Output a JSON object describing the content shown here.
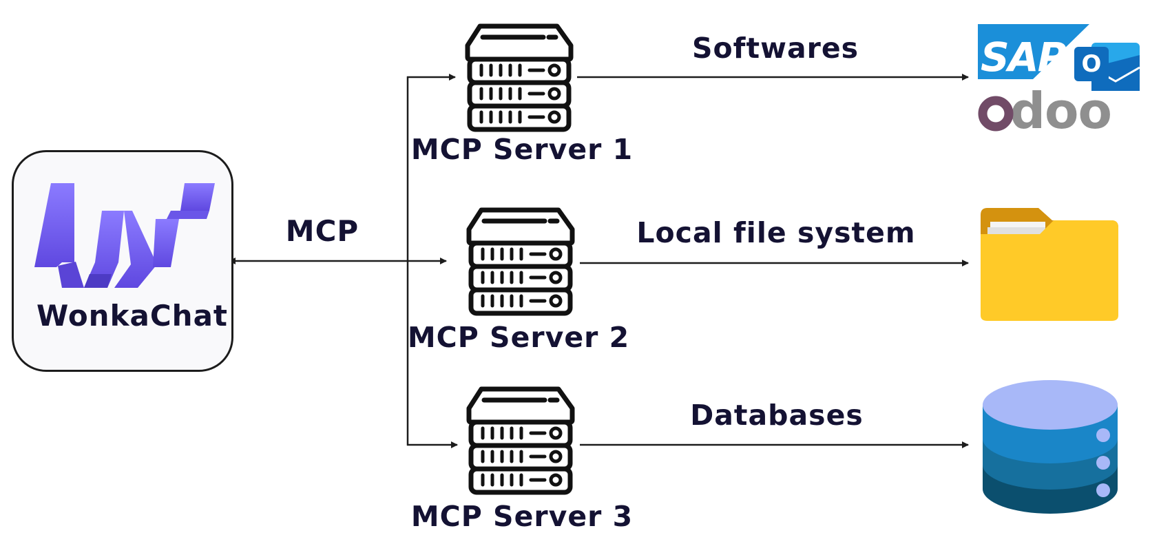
{
  "client": {
    "name": "WonkaChat",
    "icon": "wonkachat-logo"
  },
  "protocol": {
    "label": "MCP"
  },
  "servers": [
    {
      "label": "MCP Server 1",
      "icon": "server-rack-icon"
    },
    {
      "label": "MCP Server 2",
      "icon": "server-rack-icon"
    },
    {
      "label": "MCP Server 3",
      "icon": "server-rack-icon"
    }
  ],
  "connections": [
    {
      "label": "Softwares",
      "target_icons": [
        "sap-logo",
        "outlook-logo",
        "odoo-logo"
      ]
    },
    {
      "label": "Local file system",
      "target_icons": [
        "folder-icon"
      ]
    },
    {
      "label": "Databases",
      "target_icons": [
        "database-icon"
      ]
    }
  ],
  "logos": {
    "sap": {
      "text": "SAP"
    },
    "outlook": {
      "text": "O"
    },
    "odoo": {
      "text": "odoo"
    }
  },
  "colors": {
    "text": "#141233",
    "line": "#1c1c1c",
    "wonka_purple": "#7b68f4",
    "sap_blue": "#1b8fd9",
    "outlook_blue": "#0f6cbd",
    "odoo_purple": "#714b67",
    "odoo_gray": "#8f8f8f",
    "folder_yellow": "#ffca28",
    "folder_tab": "#d4920f",
    "db_top": "#a8b8f8",
    "db_mid": "#1a86c8",
    "db_bottom": "#0b4f6e"
  }
}
